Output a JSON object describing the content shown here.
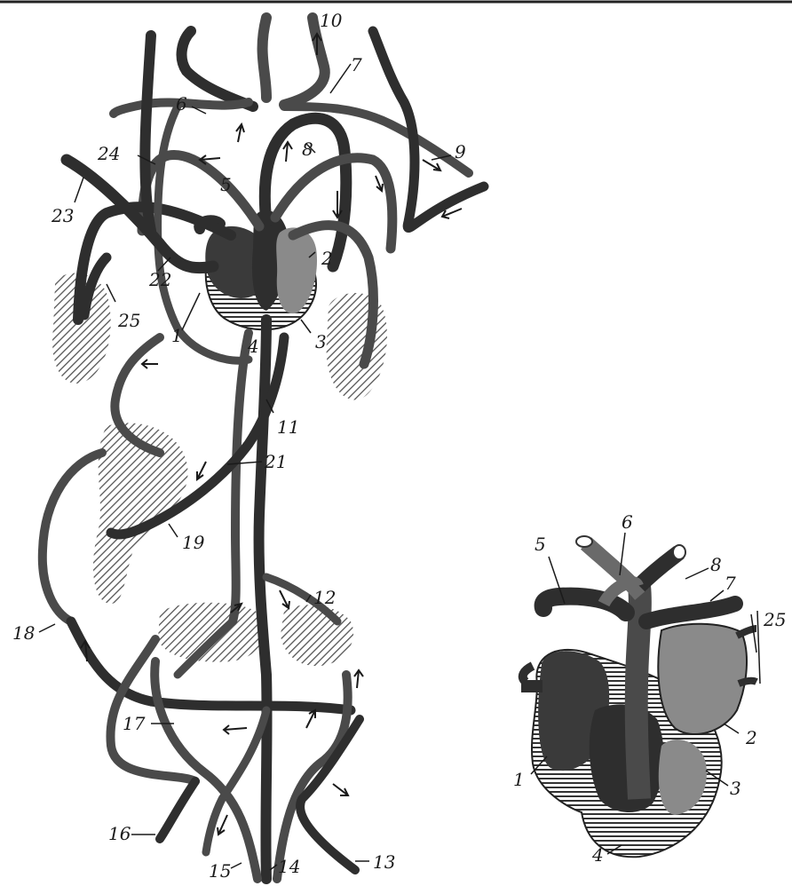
{
  "labels": {
    "l1": "1",
    "l2": "2",
    "l3": "3",
    "l4": "4",
    "l5": "5",
    "l6": "6",
    "l7": "7",
    "l8": "8",
    "l9": "9",
    "l10": "10",
    "l11": "11",
    "l12": "12",
    "l13": "13",
    "l14": "14",
    "l15": "15",
    "l16": "16",
    "l17": "17",
    "l18": "18",
    "l19": "19",
    "l21": "21",
    "l22": "22",
    "l23": "23",
    "l24": "24",
    "l25": "25"
  },
  "inset_labels": {
    "i1": "1",
    "i2": "2",
    "i3": "3",
    "i4": "4",
    "i5": "5",
    "i6": "6",
    "i7": "7",
    "i8": "8",
    "i25": "25"
  },
  "colors": {
    "vessel_dark": "#2e2e2e",
    "vessel_mid": "#4a4a4a",
    "organ_fill": "#3a3a3a",
    "ventricle_light": "#8a8a8a",
    "background": "#ffffff"
  }
}
